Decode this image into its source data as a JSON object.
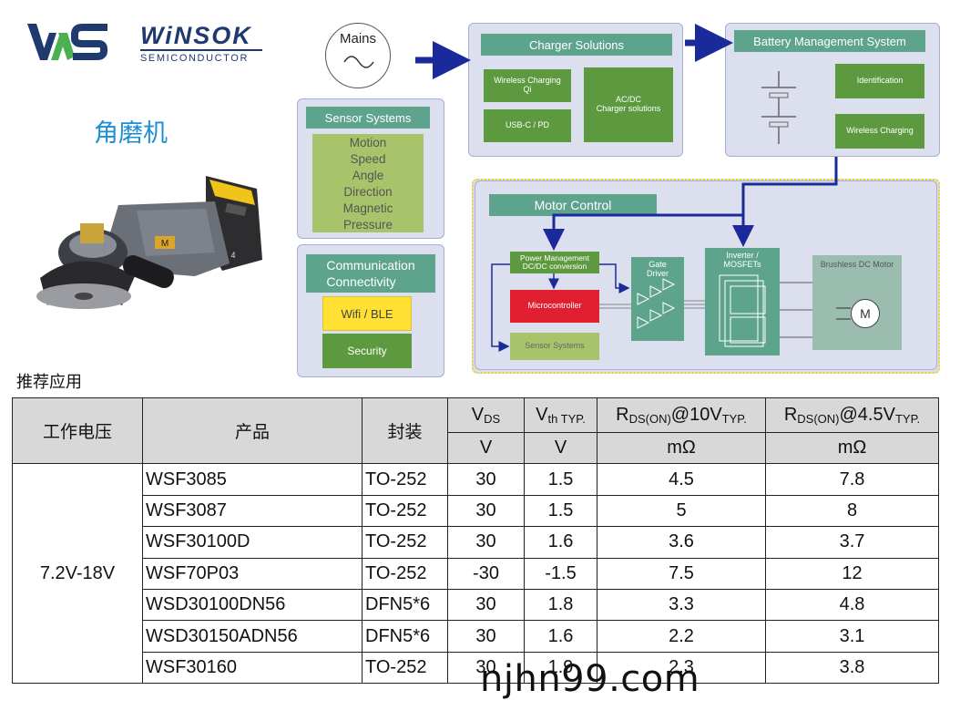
{
  "logo": {
    "word": "WiNSOK",
    "sub": "SEMICONDUCTOR",
    "colors": {
      "blue": "#1f3a6e",
      "green": "#4caf50"
    }
  },
  "product_title": "角磨机",
  "grinder": {
    "badge_text": "M",
    "label": "4"
  },
  "diagram": {
    "mains": "Mains",
    "charger": {
      "title": "Charger Solutions",
      "wireless": "Wireless Charging\nQi",
      "usbc": "USB-C / PD",
      "acdc": "AC/DC\nCharger solutions"
    },
    "battery": {
      "title": "Battery Management System",
      "identification": "Identification",
      "wireless": "Wireless Charging"
    },
    "sensor": {
      "title": "Sensor Systems",
      "items": [
        "Motion",
        "Speed",
        "Angle",
        "Direction",
        "Magnetic",
        "Pressure"
      ]
    },
    "comm": {
      "title": "Communication\nConnectivity",
      "wifi": "Wifi / BLE",
      "security": "Security"
    },
    "motor": {
      "title": "Motor Control",
      "power": "Power Management\nDC/DC conversion",
      "micro": "Microcontroller",
      "sensor": "Sensor Systems",
      "gate": "Gate\nDriver",
      "inverter": "Inverter /\nMOSFETs",
      "bldc": "Brushless DC Motor",
      "motor_symbol": "M"
    },
    "colors": {
      "panel": "#dcdfee",
      "header": "#5ea48c",
      "box": "#5d9a3f",
      "arrow": "#1a2a9a",
      "micro": "#e02030",
      "wifi": "#ffe033"
    }
  },
  "table": {
    "caption": "推荐应用",
    "headers": {
      "voltage": "工作电压",
      "product": "产品",
      "package": "封装",
      "vds": "V",
      "vds_sub": "DS",
      "vth": "V",
      "vth_sub": "th TYP.",
      "r10_pre": "R",
      "r10_sub": "DS(ON)",
      "r10_mid": "@10V",
      "r10_sub2": "TYP.",
      "r45_pre": "R",
      "r45_sub": "DS(ON)",
      "r45_mid": "@4.5V",
      "r45_sub2": "TYP.",
      "unit_vds": "V",
      "unit_vth": "V",
      "unit_r10": "mΩ",
      "unit_r45": "mΩ"
    },
    "voltage_range": "7.2V-18V",
    "rows": [
      {
        "product": "WSF3085",
        "package": "TO-252",
        "vds": "30",
        "vth": "1.5",
        "r10": "4.5",
        "r45": "7.8"
      },
      {
        "product": "WSF3087",
        "package": "TO-252",
        "vds": "30",
        "vth": "1.5",
        "r10": "5",
        "r45": "8"
      },
      {
        "product": "WSF30100D",
        "package": "TO-252",
        "vds": "30",
        "vth": "1.6",
        "r10": "3.6",
        "r45": "3.7"
      },
      {
        "product": "WSF70P03",
        "package": "TO-252",
        "vds": "-30",
        "vth": "-1.5",
        "r10": "7.5",
        "r45": "12"
      },
      {
        "product": "WSD30100DN56",
        "package": "DFN5*6",
        "vds": "30",
        "vth": "1.8",
        "r10": "3.3",
        "r45": "4.8"
      },
      {
        "product": "WSD30150ADN56",
        "package": "DFN5*6",
        "vds": "30",
        "vth": "1.6",
        "r10": "2.2",
        "r45": "3.1"
      },
      {
        "product": "WSF30160",
        "package": "TO-252",
        "vds": "30",
        "vth": "1.9",
        "r10": "2.3",
        "r45": "3.8"
      }
    ]
  },
  "watermark": "njhn99.com"
}
